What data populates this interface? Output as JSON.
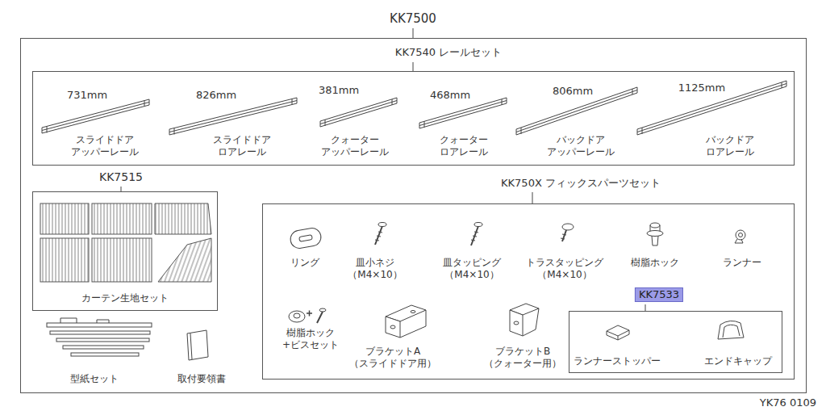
{
  "diagram": {
    "nodes": [
      {
        "text": [
          "KK7500"
        ]
      },
      {
        "text": [
          "KK7540 レールセット"
        ],
        "in": 0
      },
      {
        "text": [
          "KK7515",
          "カーテン生地セット"
        ],
        "in": 0
      },
      {
        "text": [
          "KK750X フィックスパーツセット"
        ],
        "in": 0
      },
      {
        "text": [
          "KK7533"
        ],
        "in": 3
      }
    ],
    "labels": [
      "731mm",
      "スライドドア アッパーレール",
      "826mm",
      "スライドドア ロアレール",
      "381mm",
      "クォーター アッパーレール",
      "468mm",
      "クォーター ロアレール",
      "806mm",
      "バックドア アッパーレール",
      "1125mm",
      "バックドア ロアレール",
      "リング",
      "皿小ネジ （M4×10）",
      "皿タッピング （M4×10）",
      "トラスタッピング （M4×10）",
      "樹脂ホック",
      "ランナー",
      "樹脂ホック +ビスセット",
      "ブラケットA （スライドドア用）",
      "ブラケットB （クォーター用）",
      "ランナーストッパー",
      "エンドキャップ",
      "型紙セット",
      "取付要領書",
      "YK76 0109"
    ]
  }
}
